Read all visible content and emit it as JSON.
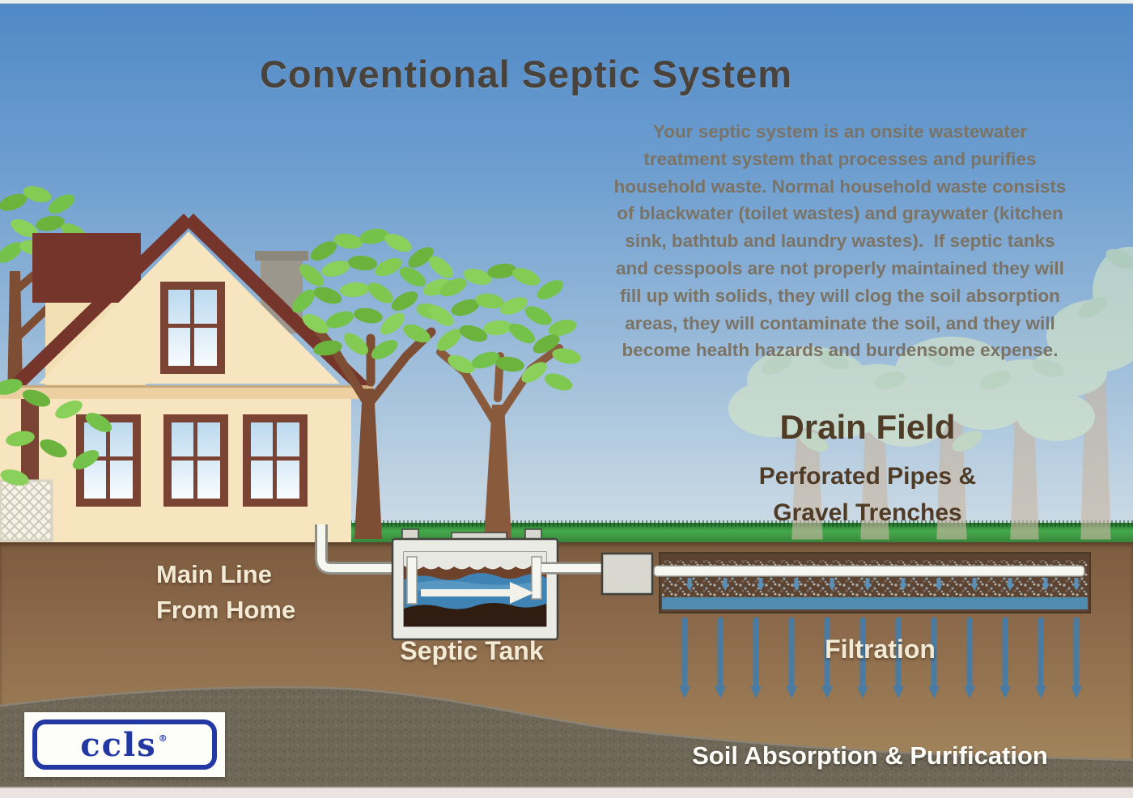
{
  "title": "Conventional Septic System",
  "intro_lines": [
    "Your septic system is an onsite wastewater",
    "treatment system that processes and purifies",
    "household waste. Normal household waste consists",
    "of blackwater (toilet wastes) and graywater (kitchen",
    "sink, bathtub and laundry wastes).  If septic tanks",
    "and cesspools are not properly maintained they will",
    "fill up with solids, they will clog the soil absorption",
    "areas, they will contaminate the soil, and they will",
    "become health hazards and burdensome expense."
  ],
  "labels": {
    "drain_field": "Drain Field",
    "drain_field_sub_lines": [
      "Perforated Pipes &",
      "Gravel Trenches"
    ],
    "main_line_lines": [
      "Main Line",
      "From Home"
    ],
    "septic_tank": "Septic Tank",
    "filtration": "Filtration",
    "soil_absorption": "Soil Absorption & Purification"
  },
  "logo": {
    "text": "ccls",
    "registered_mark": "®"
  },
  "colors": {
    "sky_top": "#4f89c6",
    "sky_horizon": "#eef2ee",
    "grass_green": "#3f9b3a",
    "soil_brown": "#8a684a",
    "trench_brown": "#5d4331",
    "water_blue": "#3f83b4",
    "arrow_blue": "#4a7ba3",
    "roof_maroon": "#76352a",
    "wall_cream": "#f7e5bf",
    "window_frame": "#7a4334",
    "heading_brown": "#503b26",
    "intro_gray": "#7b7365",
    "label_cream": "#f3ead6",
    "logo_blue": "#2438a4",
    "rock_band": "#6f6858"
  }
}
